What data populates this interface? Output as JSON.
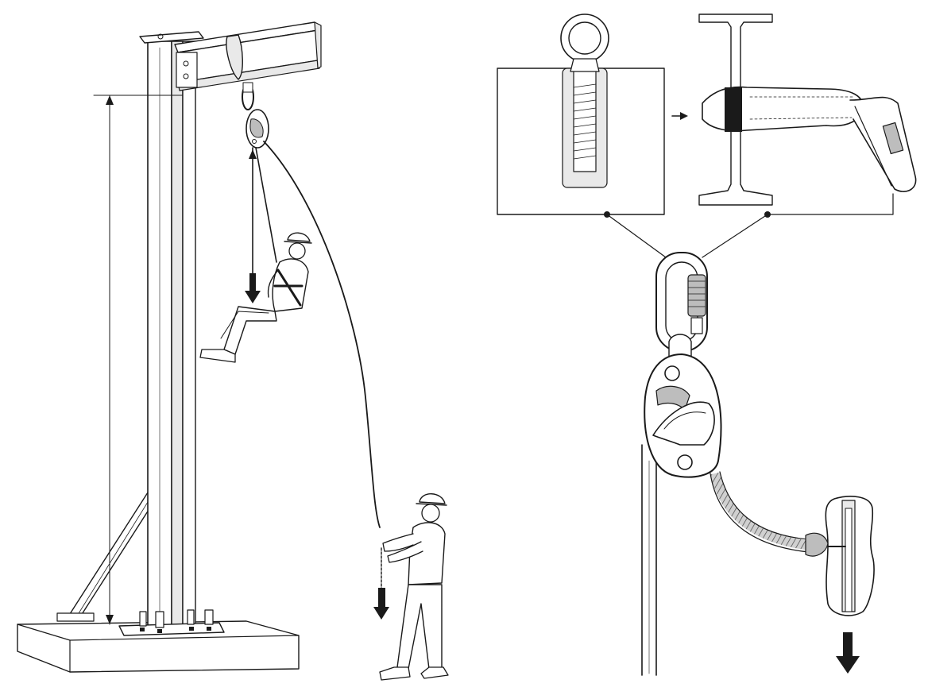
{
  "figure": {
    "title": "",
    "caption": "",
    "scenes": {
      "rescue_scene": {
        "elements": [
          "steel-column",
          "overhead-beam",
          "sling-anchor",
          "descender-device",
          "suspended-worker",
          "rescuer",
          "rope",
          "clearance-dimension",
          "load-arrow"
        ]
      },
      "anchor_details": {
        "elements": [
          "eyebolt-anchor-in-concrete",
          "webbing-sling-on-i-beam",
          "connecting-carabiner",
          "descender-device-closeup",
          "handle-with-hand",
          "pull-arrow"
        ]
      }
    },
    "icons": [
      "arrow-down-icon",
      "arrow-right-icon",
      "hard-hat-icon"
    ],
    "colors": {
      "ink": "#1a1a1a",
      "background": "#ffffff",
      "light_fill": "#e9e9e9",
      "shade_fill": "#bdbdbd",
      "concrete": "#f2f2f2"
    }
  }
}
